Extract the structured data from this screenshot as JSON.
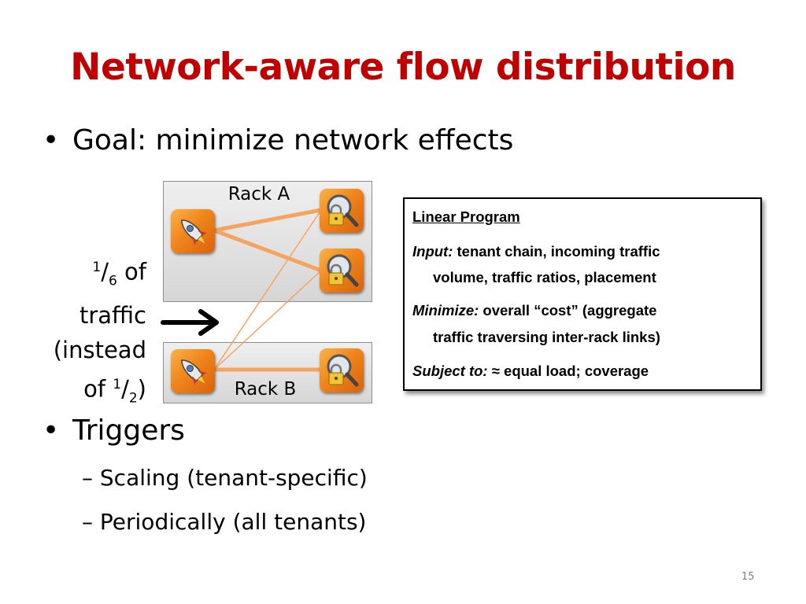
{
  "slide": {
    "title": "Network-aware flow distribution",
    "page_number": "15"
  },
  "bullets": {
    "marker": "•",
    "goal": "Goal: minimize network effects",
    "triggers": "Triggers",
    "dash": "–",
    "sub_items": [
      "Scaling (tenant-specific)",
      "Periodically (all tenants)"
    ]
  },
  "diagram": {
    "rack_a_label": "Rack A",
    "rack_b_label": "Rack B",
    "rocket_icon": "rocket-icon",
    "lock_search_icon": "lock-magnifier-icon",
    "arrow_icon": "right-arrow-icon",
    "link_color": "#f4a460",
    "traffic_note": {
      "frac1_num": "1",
      "frac1_slash": "/",
      "frac1_den": "6",
      "of": "of",
      "line2": "traffic",
      "line3": "(instead",
      "line4_prefix": "of",
      "frac2_num": "1",
      "frac2_slash": "/",
      "frac2_den": "2",
      "close_paren": ")"
    }
  },
  "linear_program": {
    "title": "Linear Program",
    "input_label": "Input:",
    "input_line1": "tenant chain, incoming  traffic",
    "input_line2": "volume, traffic ratios,  placement",
    "minimize_label": "Minimize:",
    "minimize_line1": "overall “cost” (aggregate",
    "minimize_line2": "traffic traversing inter-rack links)",
    "subject_label": "Subject to:",
    "subject_text": "≈ equal load; coverage"
  },
  "colors": {
    "title": "#c00000",
    "icon_orange": "#f0851c",
    "rack_border": "#8c8c8c"
  }
}
